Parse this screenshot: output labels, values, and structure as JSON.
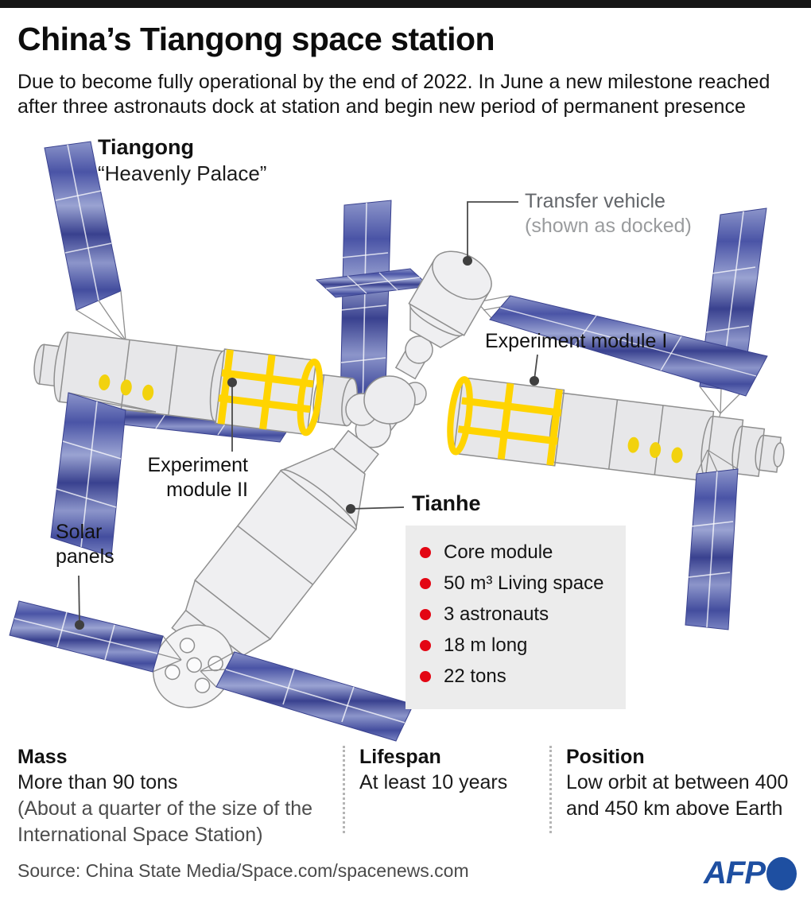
{
  "header": {
    "title": "China’s Tiangong space station",
    "subtitle": "Due to become fully operational by the end of 2022. In June a new milestone reached after three astronauts dock at station and begin new period of permanent presence"
  },
  "diagram": {
    "station": {
      "name": "Tiangong",
      "nickname": "“Heavenly Palace”"
    },
    "labels": {
      "transfer_vehicle": "Transfer vehicle",
      "transfer_vehicle_note": "(shown as docked)",
      "experiment_module_1": "Experiment module I",
      "experiment_module_2_line1": "Experiment",
      "experiment_module_2_line2": "module II",
      "solar_panels_line1": "Solar",
      "solar_panels_line2": "panels",
      "tianhe": "Tianhe"
    },
    "tianhe_facts": [
      "Core module",
      "50 m³ Living space",
      "3 astronauts",
      "18 m long",
      "22 tons"
    ]
  },
  "stats": [
    {
      "label": "Mass",
      "value": "More than 90 tons",
      "note": "(About a quarter of the size of the International Space Station)"
    },
    {
      "label": "Lifespan",
      "value": "At least 10 years",
      "note": ""
    },
    {
      "label": "Position",
      "value": "Low orbit at between 400 and 450 km above Earth",
      "note": ""
    }
  ],
  "footer": {
    "source": "Source: China State Media/Space.com/spacenews.com",
    "agency": "AFP"
  },
  "colors": {
    "accent_yellow": "#FFD400",
    "solar_blue": "#4A54A4",
    "bullet_red": "#E30613",
    "afp_blue": "#1E4FA1",
    "box_gray": "#ECECEC"
  }
}
